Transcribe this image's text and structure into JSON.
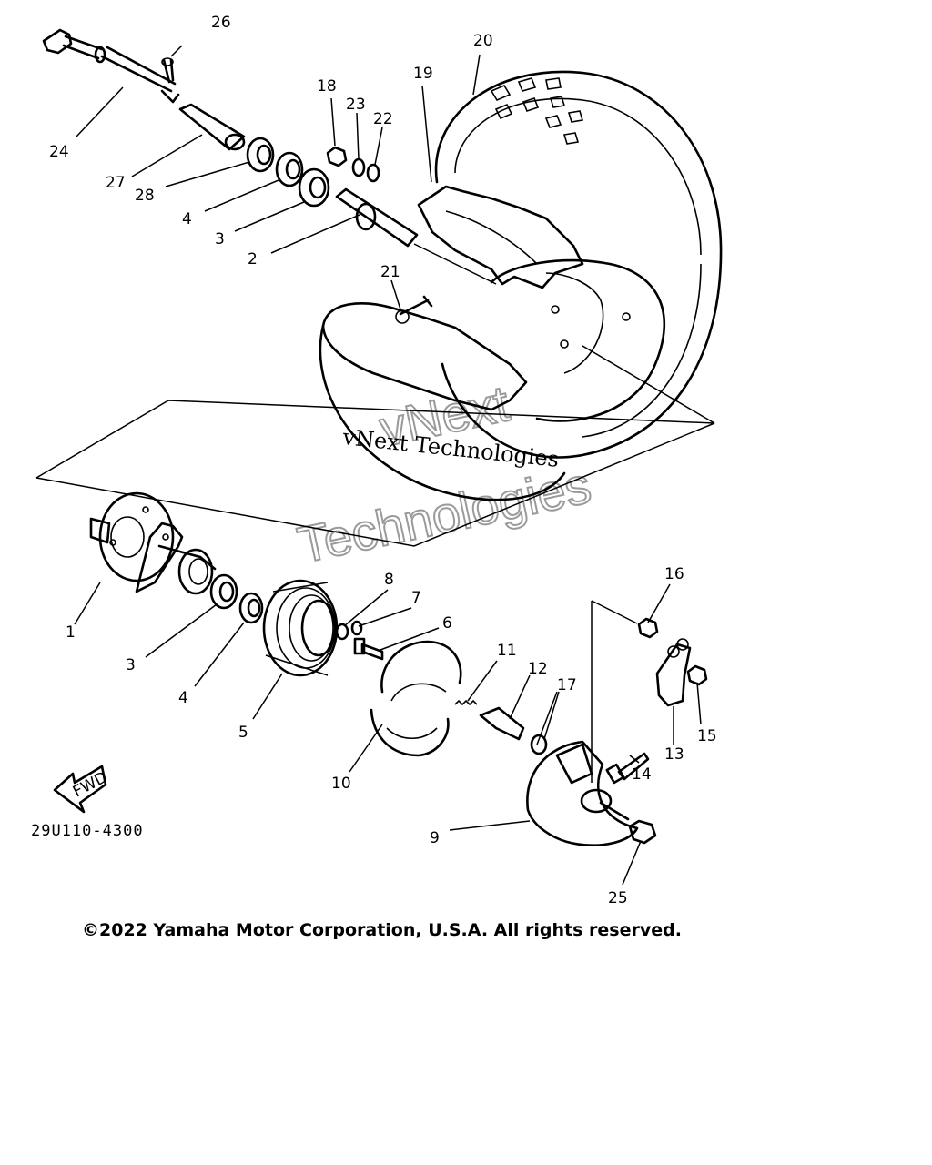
{
  "diagram": {
    "callouts": {
      "p1": "1",
      "p2": "2",
      "p3a": "3",
      "p3b": "3",
      "p4a": "4",
      "p4b": "4",
      "p5": "5",
      "p6": "6",
      "p7": "7",
      "p8": "8",
      "p9": "9",
      "p10": "10",
      "p11": "11",
      "p12": "12",
      "p13": "13",
      "p14": "14",
      "p15": "15",
      "p16": "16",
      "p17": "17",
      "p18": "18",
      "p19": "19",
      "p20": "20",
      "p21": "21",
      "p22": "22",
      "p23": "23",
      "p24": "24",
      "p25": "25",
      "p26": "26",
      "p27": "27",
      "p28": "28"
    },
    "fwd_label": "FWD",
    "diagram_code": "29U110-4300",
    "copyright": "©2022 Yamaha Motor Corporation, U.S.A. All rights reserved.",
    "watermark": {
      "outline_line1": "vNext",
      "outline_line2": "Technologies",
      "serif": "vNext Technologies"
    }
  }
}
